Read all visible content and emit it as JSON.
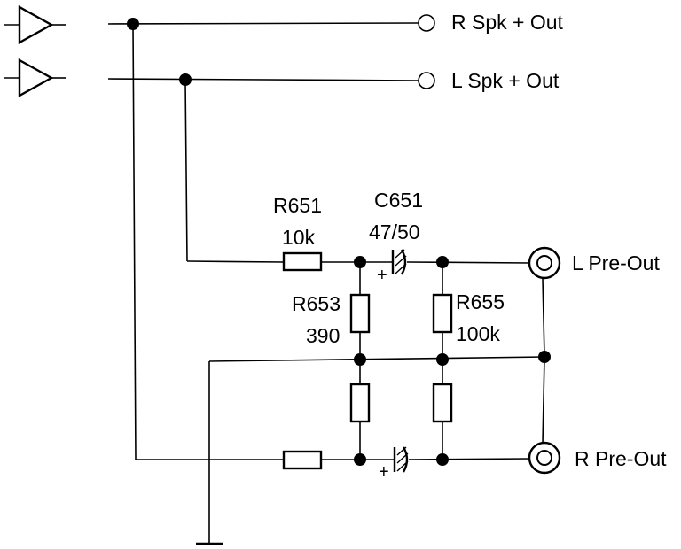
{
  "terminals": {
    "r_spk_out": "R Spk + Out",
    "l_spk_out": "L Spk + Out",
    "l_pre_out": "L Pre-Out",
    "r_pre_out": "R Pre-Out"
  },
  "components": {
    "r651": {
      "ref": "R651",
      "value": "10k"
    },
    "c651": {
      "ref": "C651",
      "value": "47/50"
    },
    "r653": {
      "ref": "R653",
      "value": "390"
    },
    "r655": {
      "ref": "R655",
      "value": "100k"
    }
  },
  "polarity_mark": "+"
}
